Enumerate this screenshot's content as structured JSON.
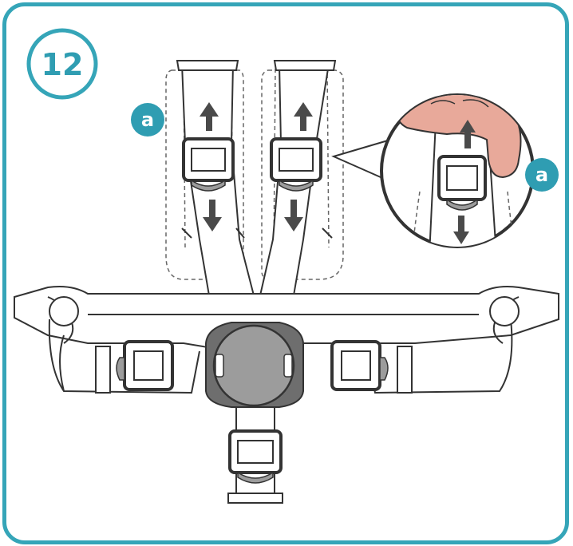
{
  "step": {
    "number": "12"
  },
  "callouts": [
    {
      "label": "a"
    },
    {
      "label": "a"
    }
  ],
  "colors": {
    "accent": "#35a5b8",
    "line": "#333333",
    "buckle_gray": "#9c9c9c",
    "finger_skin": "#e8a99a"
  },
  "icons": {
    "up_arrow": "up-arrow-icon",
    "down_arrow": "down-arrow-icon"
  }
}
